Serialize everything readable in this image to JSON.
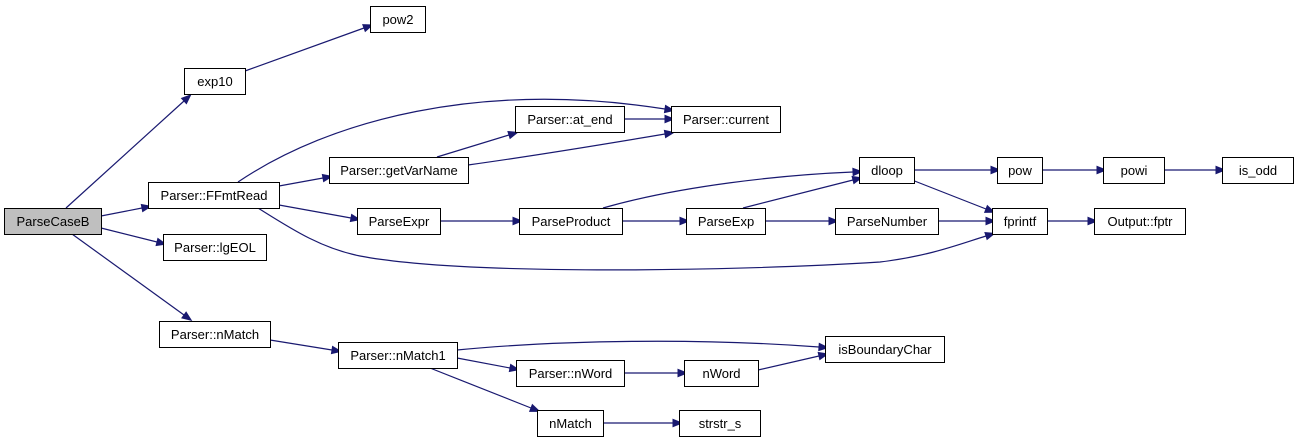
{
  "graph": {
    "edge_color": "#191970",
    "root_fill": "#bfbfbf",
    "root": "ParseCaseB",
    "nodes": [
      {
        "id": "ParseCaseB",
        "label": "ParseCaseB"
      },
      {
        "id": "exp10",
        "label": "exp10"
      },
      {
        "id": "pow2",
        "label": "pow2"
      },
      {
        "id": "FFmtRead",
        "label": "Parser::FFmtRead"
      },
      {
        "id": "lgEOL",
        "label": "Parser::lgEOL"
      },
      {
        "id": "nMatchParser",
        "label": "Parser::nMatch"
      },
      {
        "id": "getVarName",
        "label": "Parser::getVarName"
      },
      {
        "id": "at_end",
        "label": "Parser::at_end"
      },
      {
        "id": "current",
        "label": "Parser::current"
      },
      {
        "id": "ParseExpr",
        "label": "ParseExpr"
      },
      {
        "id": "ParseProduct",
        "label": "ParseProduct"
      },
      {
        "id": "ParseExp",
        "label": "ParseExp"
      },
      {
        "id": "ParseNumber",
        "label": "ParseNumber"
      },
      {
        "id": "dloop",
        "label": "dloop"
      },
      {
        "id": "pow",
        "label": "pow"
      },
      {
        "id": "powi",
        "label": "powi"
      },
      {
        "id": "is_odd",
        "label": "is_odd"
      },
      {
        "id": "fprintf",
        "label": "fprintf"
      },
      {
        "id": "fptr",
        "label": "Output::fptr"
      },
      {
        "id": "nMatch1",
        "label": "Parser::nMatch1"
      },
      {
        "id": "isBoundaryChar",
        "label": "isBoundaryChar"
      },
      {
        "id": "nWordParser",
        "label": "Parser::nWord"
      },
      {
        "id": "nWord",
        "label": "nWord"
      },
      {
        "id": "nMatch",
        "label": "nMatch"
      },
      {
        "id": "strstr_s",
        "label": "strstr_s"
      }
    ],
    "edges": [
      [
        "ParseCaseB",
        "exp10"
      ],
      [
        "ParseCaseB",
        "FFmtRead"
      ],
      [
        "ParseCaseB",
        "lgEOL"
      ],
      [
        "ParseCaseB",
        "nMatchParser"
      ],
      [
        "exp10",
        "pow2"
      ],
      [
        "FFmtRead",
        "current"
      ],
      [
        "FFmtRead",
        "getVarName"
      ],
      [
        "FFmtRead",
        "ParseExpr"
      ],
      [
        "FFmtRead",
        "fprintf"
      ],
      [
        "getVarName",
        "at_end"
      ],
      [
        "getVarName",
        "current"
      ],
      [
        "at_end",
        "current"
      ],
      [
        "ParseExpr",
        "ParseProduct"
      ],
      [
        "ParseProduct",
        "dloop"
      ],
      [
        "ParseProduct",
        "ParseExp"
      ],
      [
        "ParseExp",
        "dloop"
      ],
      [
        "ParseExp",
        "ParseNumber"
      ],
      [
        "ParseNumber",
        "fprintf"
      ],
      [
        "dloop",
        "pow"
      ],
      [
        "dloop",
        "fprintf"
      ],
      [
        "pow",
        "powi"
      ],
      [
        "powi",
        "is_odd"
      ],
      [
        "fprintf",
        "fptr"
      ],
      [
        "nMatchParser",
        "nMatch1"
      ],
      [
        "nMatch1",
        "isBoundaryChar"
      ],
      [
        "nMatch1",
        "nWordParser"
      ],
      [
        "nMatch1",
        "nMatch"
      ],
      [
        "nWordParser",
        "nWord"
      ],
      [
        "nWord",
        "isBoundaryChar"
      ],
      [
        "nMatch",
        "strstr_s"
      ]
    ]
  }
}
